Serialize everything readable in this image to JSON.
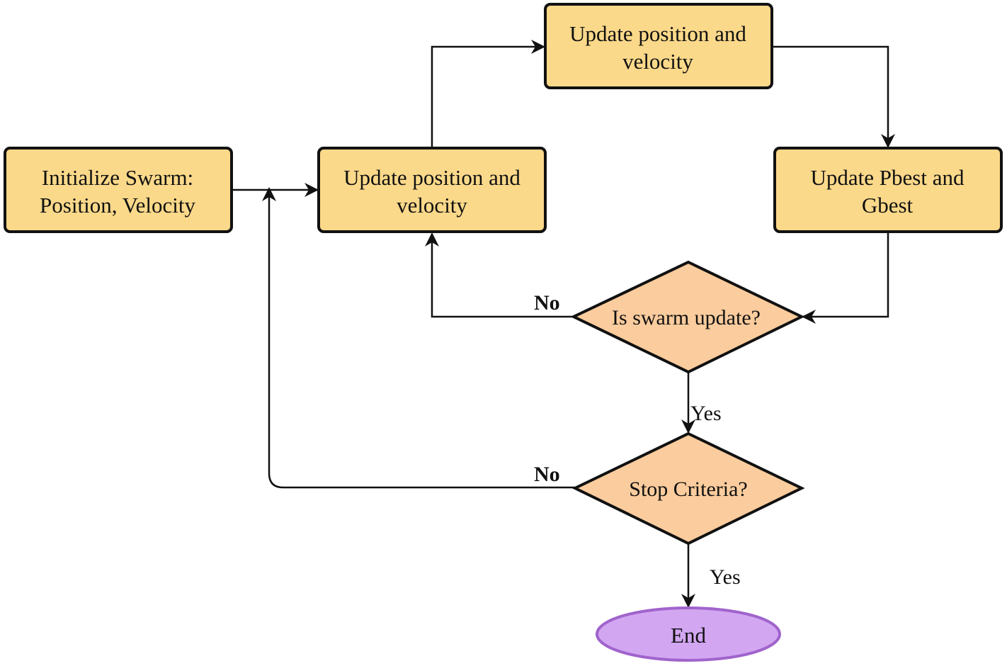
{
  "diagram": {
    "nodes": {
      "init": {
        "line1": "Initialize Swarm:",
        "line2": "Position, Velocity"
      },
      "update_mid": {
        "line1": "Update position and",
        "line2": "velocity"
      },
      "update_top": {
        "line1": "Update position and",
        "line2": "velocity"
      },
      "update_best": {
        "line1": "Update Pbest and",
        "line2": "Gbest"
      },
      "decision_swarm": {
        "label": "Is swarm update?"
      },
      "decision_stop": {
        "label": "Stop Criteria?"
      },
      "end": {
        "label": "End"
      }
    },
    "edge_labels": {
      "swarm_no": "No",
      "swarm_yes": "Yes",
      "stop_no": "No",
      "stop_yes": "Yes"
    },
    "colors": {
      "process_fill": "#fbd98a",
      "decision_fill": "#fbcc9d",
      "terminal_fill": "#d3a6f2",
      "terminal_stroke": "#a064cc",
      "stroke": "#111111"
    }
  }
}
